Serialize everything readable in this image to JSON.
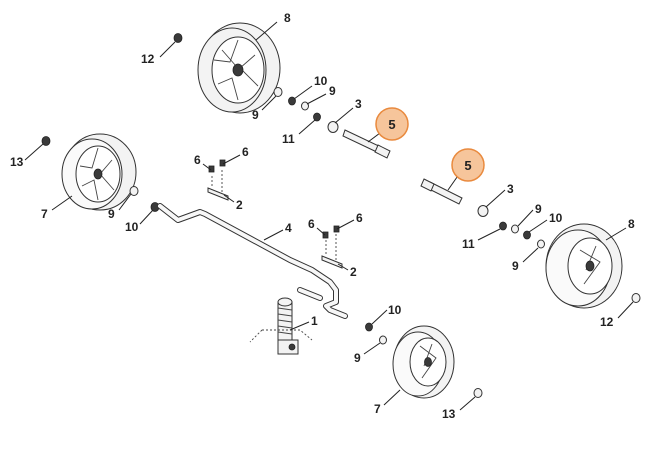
{
  "callouts": {
    "c8_top": "8",
    "c12_top": "12",
    "c10_top": "10",
    "c9_top_a": "9",
    "c9_top_b": "9",
    "c3_top": "3",
    "c11_top": "11",
    "c5_top": "5",
    "c13_left": "13",
    "c7_left": "7",
    "c9_left": "9",
    "c10_left": "10",
    "c6_a": "6",
    "c6_b": "6",
    "c2_top": "2",
    "c4": "4",
    "c6_c": "6",
    "c6_d": "6",
    "c2_bottom": "2",
    "c1": "1",
    "c5_right": "5",
    "c3_right": "3",
    "c9_right_a": "9",
    "c10_right": "10",
    "c11_right": "11",
    "c9_right_b": "9",
    "c8_right": "8",
    "c12_right": "12",
    "c10_bottom": "10",
    "c9_bottom": "9",
    "c7_bottom": "7",
    "c13_bottom": "13"
  },
  "colors": {
    "highlight_fill": "#f6c59b",
    "highlight_stroke": "#e98a3e",
    "line": "#222222"
  }
}
